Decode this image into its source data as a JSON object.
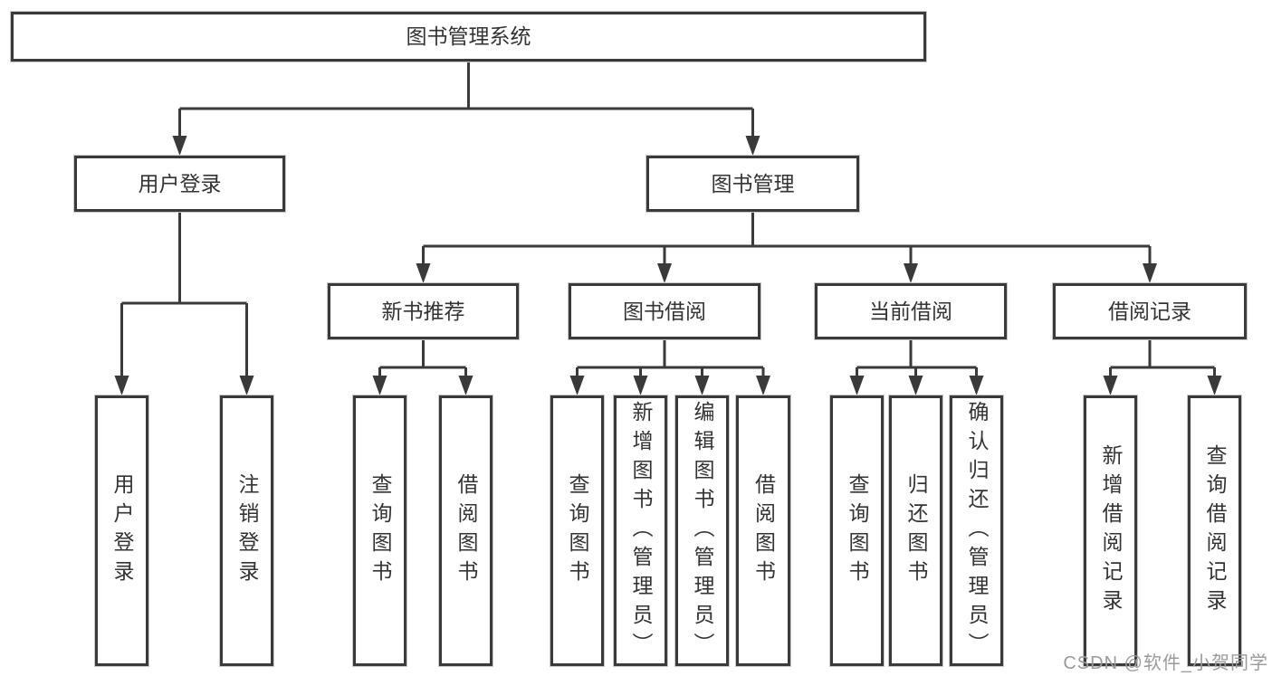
{
  "title": "图书管理系统",
  "watermark": {
    "text": "CSDN @软件_小贺同学"
  },
  "colors": {
    "line": "#3a3a3a",
    "text": "#333333",
    "box_background": "#ffffff",
    "watermark": "#9a9a9a",
    "background": "#ffffff"
  },
  "diagram": {
    "nodes": [
      {
        "id": "root",
        "label": "图书管理系统"
      },
      {
        "id": "login",
        "label": "用户登录"
      },
      {
        "id": "book-mgmt",
        "label": "图书管理"
      },
      {
        "id": "new-rec",
        "label": "新书推荐"
      },
      {
        "id": "book-borrow",
        "label": "图书借阅"
      },
      {
        "id": "current-borrow",
        "label": "当前借阅"
      },
      {
        "id": "borrow-record",
        "label": "借阅记录"
      },
      {
        "id": "login-user",
        "label": "用户登录"
      },
      {
        "id": "login-logout",
        "label": "注销登录"
      },
      {
        "id": "new-query",
        "label": "查询图书"
      },
      {
        "id": "new-borrow",
        "label": "借阅图书"
      },
      {
        "id": "bb-query",
        "label": "查询图书"
      },
      {
        "id": "bb-add",
        "label": "新增图书（管理员）"
      },
      {
        "id": "bb-edit",
        "label": "编辑图书（管理员）"
      },
      {
        "id": "bb-borrow",
        "label": "借阅图书"
      },
      {
        "id": "cb-query",
        "label": "查询图书"
      },
      {
        "id": "cb-return",
        "label": "归还图书"
      },
      {
        "id": "cb-confirm",
        "label": "确认归还（管理员）"
      },
      {
        "id": "rec-add",
        "label": "新增借阅记录"
      },
      {
        "id": "rec-query",
        "label": "查询借阅记录"
      }
    ],
    "edges": [
      {
        "parent": "root",
        "children": [
          "login",
          "book-mgmt"
        ]
      },
      {
        "parent": "book-mgmt",
        "children": [
          "new-rec",
          "book-borrow",
          "current-borrow",
          "borrow-record"
        ]
      },
      {
        "parent": "login",
        "children": [
          "login-user",
          "login-logout"
        ]
      },
      {
        "parent": "new-rec",
        "children": [
          "new-query",
          "new-borrow"
        ]
      },
      {
        "parent": "book-borrow",
        "children": [
          "bb-query",
          "bb-add",
          "bb-edit",
          "bb-borrow"
        ]
      },
      {
        "parent": "current-borrow",
        "children": [
          "cb-query",
          "cb-return",
          "cb-confirm"
        ]
      },
      {
        "parent": "borrow-record",
        "children": [
          "rec-add",
          "rec-query"
        ]
      }
    ]
  }
}
